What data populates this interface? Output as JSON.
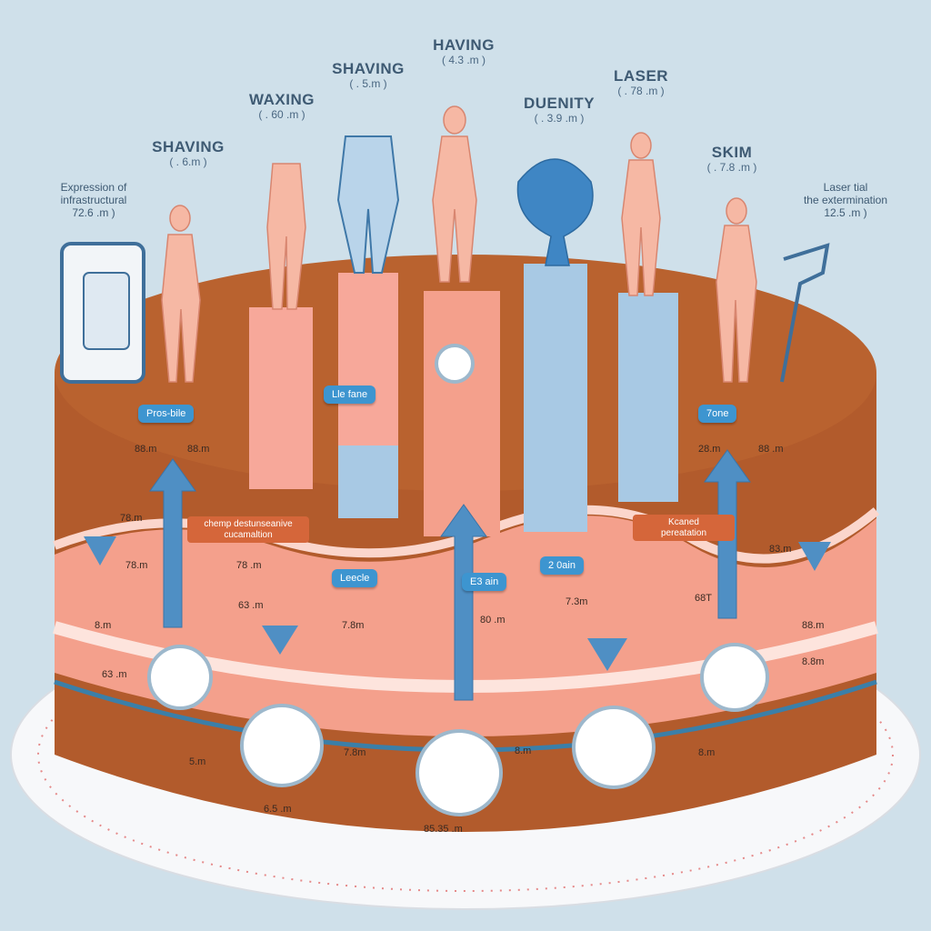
{
  "columns": [
    {
      "heading": "SHAVING",
      "sub": "( . 6.m )"
    },
    {
      "heading": "WAXING",
      "sub": "( . 60 .m )"
    },
    {
      "heading": "SHAVING",
      "sub": "( . 5.m )"
    },
    {
      "heading": "HAVING",
      "sub": "( 4.3 .m )"
    },
    {
      "heading": "DUENITY",
      "sub": "( . 3.9 .m )"
    },
    {
      "heading": "LASER",
      "sub": "( . 78 .m )"
    },
    {
      "heading": "SKIM",
      "sub": "( . 7.8 .m )"
    }
  ],
  "side_left": {
    "line1": "Expression of",
    "line2": "infrastructural",
    "line3": "72.6 .m )"
  },
  "side_right": {
    "line1": "Laser tial",
    "line2": "the extermination",
    "line3": "12.5 .m )"
  },
  "pills": [
    "Pros-bile",
    "Lle fane",
    "Leecle",
    "E3 ain",
    "2 0ain",
    "7one"
  ],
  "tags": [
    {
      "line1": "chemp destunseanive",
      "line2": "cucamaltion"
    },
    {
      "line1": "Kcaned",
      "line2": "pereatation"
    }
  ],
  "measurements": [
    "88.m",
    "88.m",
    "78.m",
    "78.m",
    "78 .m",
    "63 .m",
    "7.8m",
    "7.3m",
    "80 .m",
    "83.m",
    "68T",
    "88 .m",
    "28.m",
    "88.m",
    "8.m",
    "8.8m",
    "8.m",
    "5.m",
    "7.8m",
    "63 .m",
    "8.m",
    "6.5 .m",
    "85.35 .m"
  ],
  "colors": {
    "background": "#cfe0ea",
    "cake": "#b25b2c",
    "skin": "#f4a08c",
    "accent_blue": "#3d95d0",
    "accent_orange": "#d5663a"
  }
}
